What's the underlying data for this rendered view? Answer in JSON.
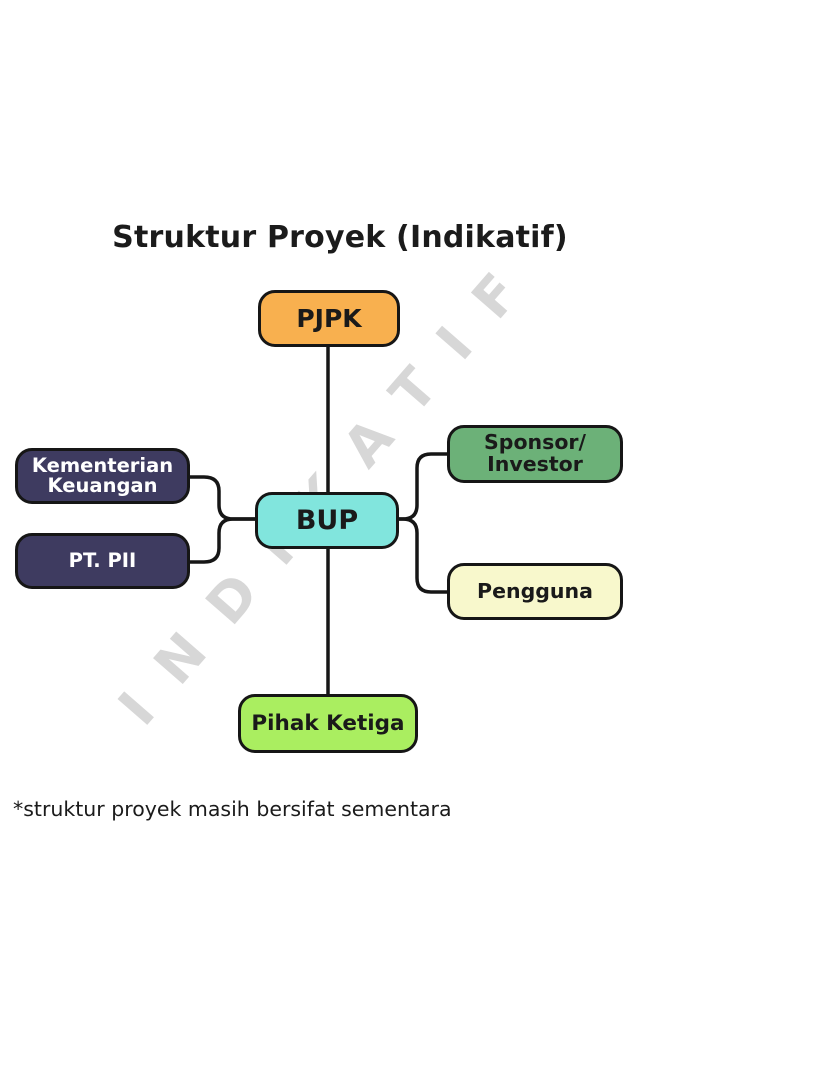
{
  "page": {
    "title": "Struktur Proyek (Indikatif)",
    "footnote": "*struktur proyek masih bersifat sementara",
    "watermark": "INDIKATIF"
  },
  "colors": {
    "background": "#ffffff",
    "outline": "#161616",
    "watermark_gray": "#d7d7d7",
    "pjpk_orange": "#f8b04f",
    "bup_cyan": "#81e5dd",
    "navy": "#3e3b60",
    "sponsor_green": "#6cb178",
    "pengguna_cream": "#f8f8cc",
    "pihak_lime": "#aaee60",
    "dark_text": "#1a1a1a",
    "light_text": "#ffffff"
  },
  "diagram": {
    "nodes": [
      {
        "id": "pjpk",
        "lines": [
          "PJPK"
        ],
        "fill": "#f8b04f",
        "text_color": "#1a1a1a"
      },
      {
        "id": "bup",
        "lines": [
          "BUP"
        ],
        "fill": "#81e5dd",
        "text_color": "#1a1a1a"
      },
      {
        "id": "kementerian-keuangan",
        "lines": [
          "Kementerian",
          "Keuangan"
        ],
        "fill": "#3e3b60",
        "text_color": "#ffffff"
      },
      {
        "id": "pt-pii",
        "lines": [
          "PT. PII"
        ],
        "fill": "#3e3b60",
        "text_color": "#ffffff"
      },
      {
        "id": "sponsor-investor",
        "lines": [
          "Sponsor/",
          "Investor"
        ],
        "fill": "#6cb178",
        "text_color": "#1a1a1a"
      },
      {
        "id": "pengguna",
        "lines": [
          "Pengguna"
        ],
        "fill": "#f8f8cc",
        "text_color": "#1a1a1a"
      },
      {
        "id": "pihak-ketiga",
        "lines": [
          "Pihak Ketiga"
        ],
        "fill": "#aaee60",
        "text_color": "#1a1a1a"
      }
    ],
    "edges": [
      {
        "from": "pjpk",
        "to": "bup"
      },
      {
        "from": "kementerian-keuangan",
        "to": "bup"
      },
      {
        "from": "pt-pii",
        "to": "bup"
      },
      {
        "from": "bup",
        "to": "sponsor-investor"
      },
      {
        "from": "bup",
        "to": "pengguna"
      },
      {
        "from": "bup",
        "to": "pihak-ketiga"
      }
    ]
  }
}
